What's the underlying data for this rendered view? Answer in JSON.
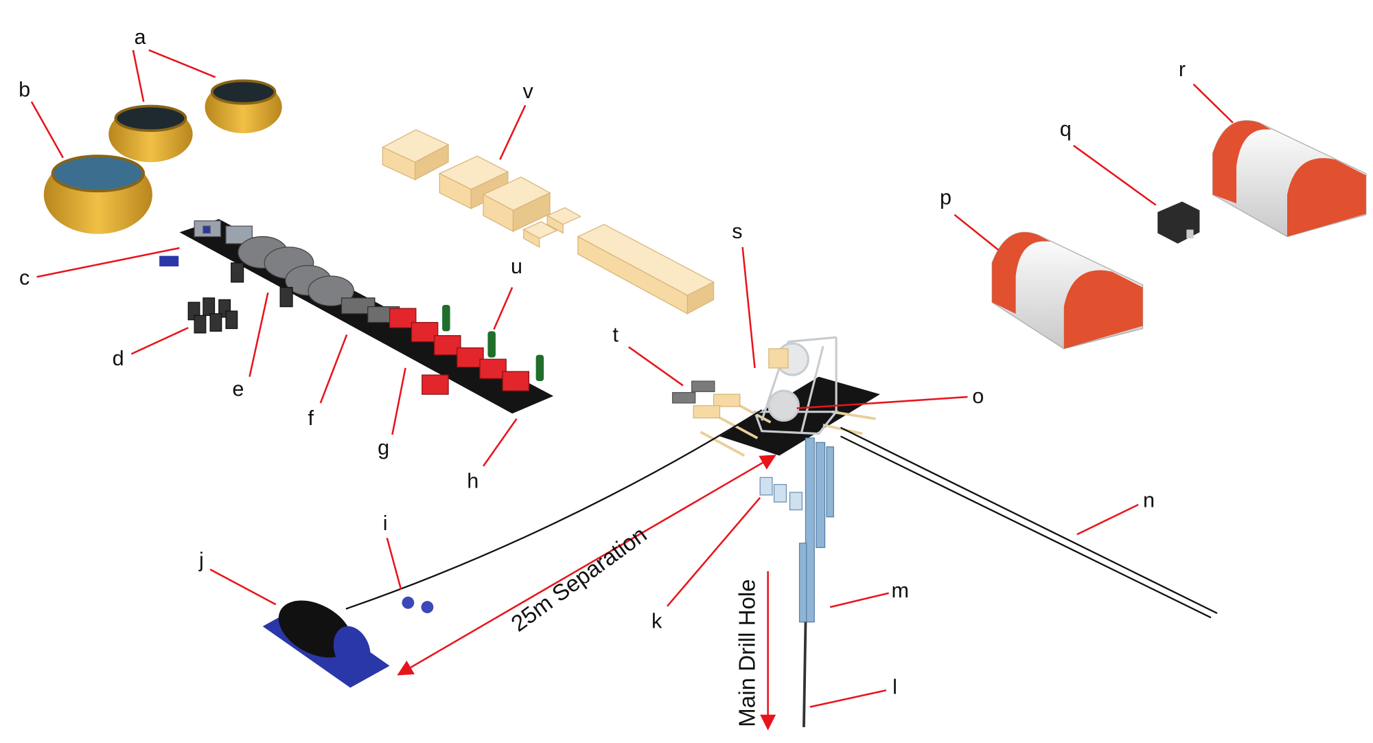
{
  "labels": {
    "a": "a",
    "b": "b",
    "c": "c",
    "d": "d",
    "e": "e",
    "f": "f",
    "g": "g",
    "h": "h",
    "i": "i",
    "j": "j",
    "k": "k",
    "l": "l",
    "m": "m",
    "n": "n",
    "o": "o",
    "p": "p",
    "q": "q",
    "r": "r",
    "s": "s",
    "t": "t",
    "u": "u",
    "v": "v"
  },
  "annotations": {
    "separation": "25m Separation",
    "drill_hole": "Main Drill Hole"
  },
  "colors": {
    "leader": "#e8141b",
    "tank": "#e0a82e",
    "generator": "#e3262b",
    "crate": "#f6d9a3",
    "tent_stripe": "#e1502f",
    "winch": "#2a37a8"
  }
}
